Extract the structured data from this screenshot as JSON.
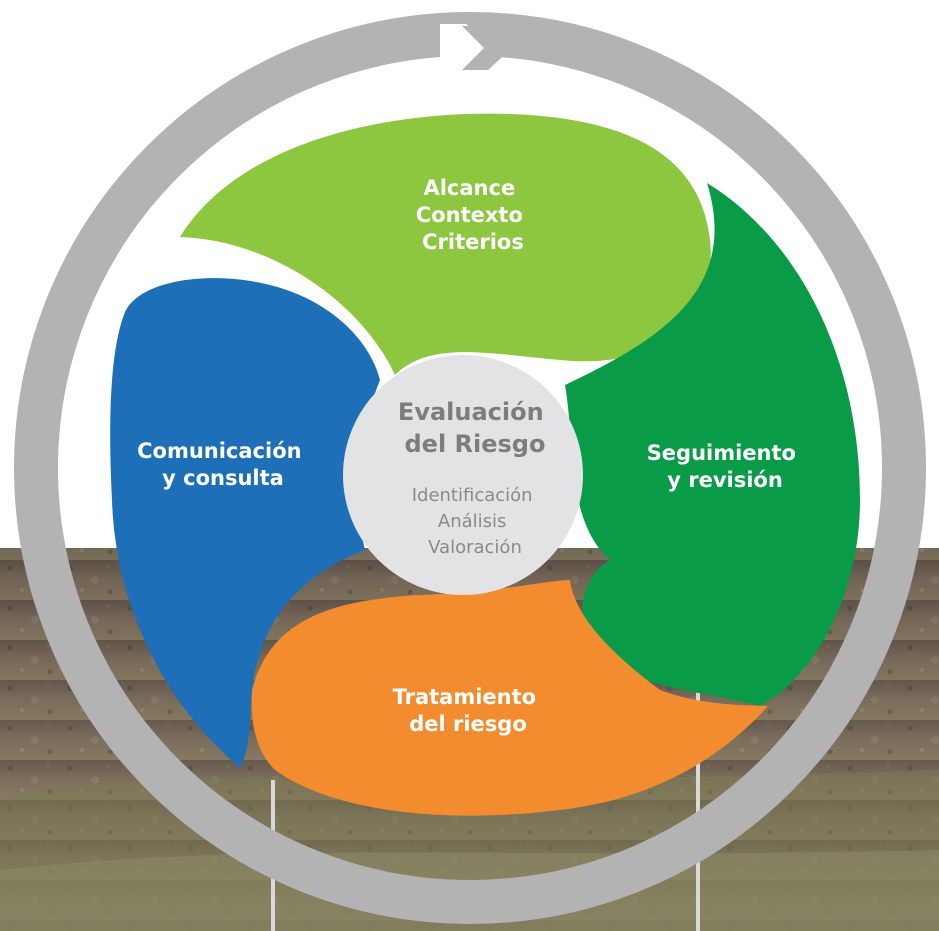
{
  "colors": {
    "ring": "#b3b3b3",
    "light_green": "#8dc63f",
    "green": "#0a9b48",
    "blue": "#1d6fb8",
    "orange": "#f28c2e",
    "center": "#e3e3e5",
    "center_text": "#7d7d7d"
  },
  "petals": {
    "alcance": {
      "lines": [
        "Alcance",
        "Contexto",
        "Criterios"
      ]
    },
    "seguimiento": {
      "lines": [
        "Seguimiento",
        "y revisión"
      ]
    },
    "tratamiento": {
      "lines": [
        "Tratamiento",
        "del riesgo"
      ]
    },
    "comunicacion": {
      "lines": [
        "Comunicación",
        "y consulta"
      ]
    }
  },
  "center": {
    "title_lines": [
      "Evaluación",
      "del Riesgo"
    ],
    "steps": [
      "Identificación",
      "Análisis",
      "Valoración"
    ]
  }
}
